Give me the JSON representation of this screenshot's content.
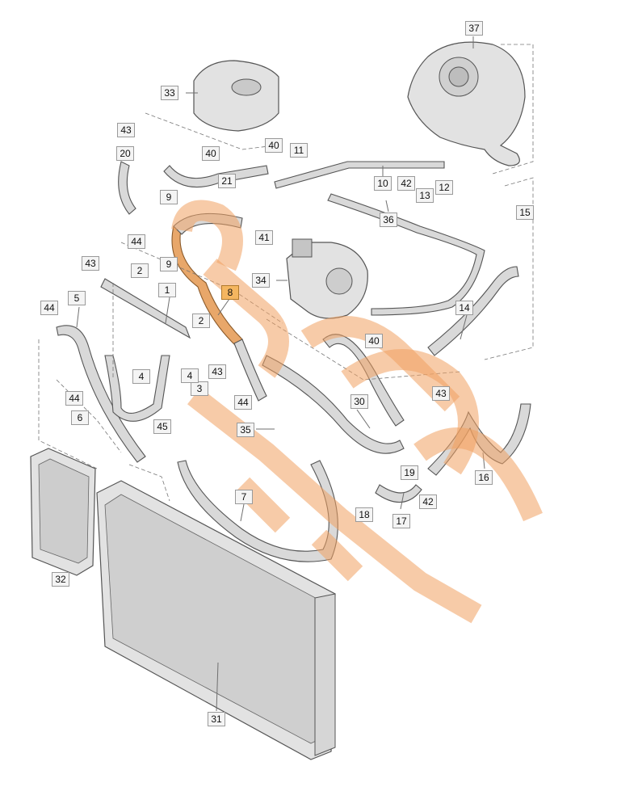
{
  "callouts": {
    "c1": "1",
    "c2a": "2",
    "c2b": "2",
    "c3": "3",
    "c4a": "4",
    "c4b": "4",
    "c5": "5",
    "c6": "6",
    "c7": "7",
    "c8": "8",
    "c9a": "9",
    "c9b": "9",
    "c10": "10",
    "c11": "11",
    "c12": "12",
    "c13": "13",
    "c14": "14",
    "c15": "15",
    "c16": "16",
    "c17": "17",
    "c18": "18",
    "c19": "19",
    "c20": "20",
    "c21": "21",
    "c30": "30",
    "c31": "31",
    "c32": "32",
    "c33": "33",
    "c34": "34",
    "c35": "35",
    "c36": "36",
    "c37": "37",
    "c40a": "40",
    "c40b": "40",
    "c40c": "40",
    "c41": "41",
    "c42a": "42",
    "c42b": "42",
    "c43a": "43",
    "c43b": "43",
    "c43c": "43",
    "c43d": "43",
    "c44a": "44",
    "c44b": "44",
    "c44c": "44",
    "c44d": "44",
    "c45": "45"
  },
  "highlighted_part": "8",
  "colors": {
    "highlight": "#f4b660",
    "watermark": "#f0a060"
  }
}
